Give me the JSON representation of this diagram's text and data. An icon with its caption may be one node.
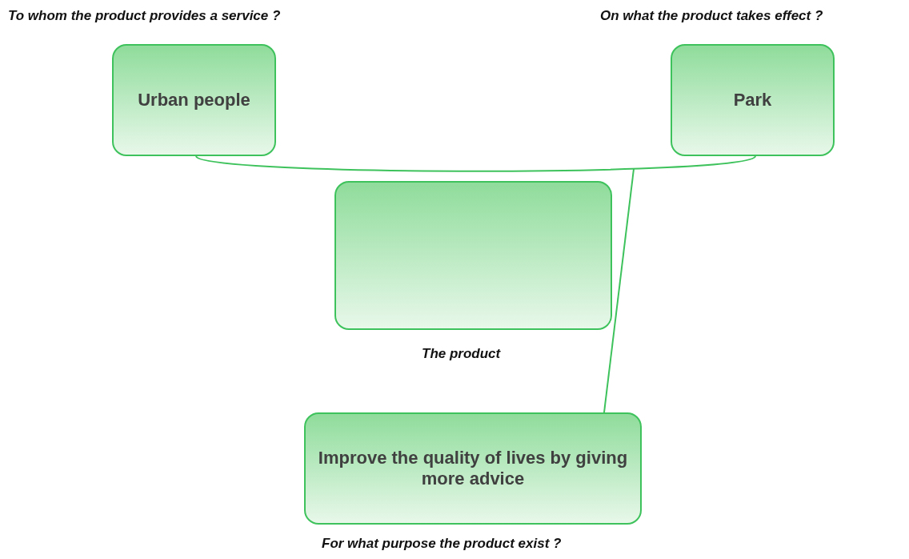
{
  "diagram": {
    "nodes": [
      {
        "text": [
          "Urban people"
        ],
        "beside": [
          "To whom the product provides a service ?"
        ]
      },
      {
        "text": [
          "Park"
        ],
        "beside": [
          "On what the product takes effect ?"
        ]
      },
      {
        "text": [],
        "shape": "box",
        "beside": [
          "The product"
        ]
      },
      {
        "text": [
          "Improve the quality of lives by giving more advice"
        ],
        "beside": [
          "For what purpose the product exist ?"
        ]
      }
    ],
    "edges": [
      {
        "from": 0,
        "to": 1,
        "arrow": "none"
      },
      {
        "from": null,
        "to": 3,
        "arrow": "none"
      }
    ]
  }
}
